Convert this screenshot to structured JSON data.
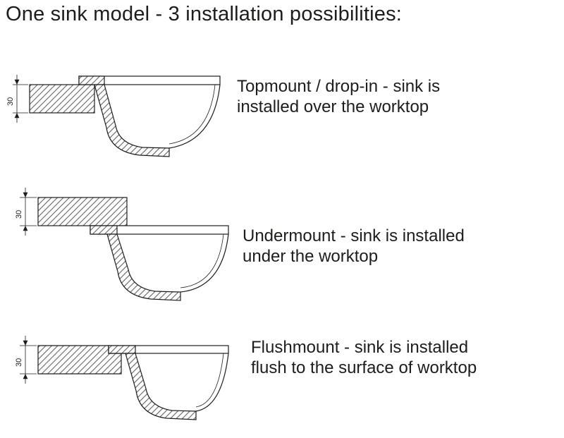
{
  "title": "One sink model - 3 installation possibilities:",
  "colors": {
    "ink": "#1d1d1b",
    "hatch_line": "#646464",
    "background": "#ffffff"
  },
  "diagrams": [
    {
      "id": "topmount",
      "dimension": "30",
      "caption_lines": [
        "Topmount / drop-in - sink is",
        "installed over the worktop"
      ]
    },
    {
      "id": "undermount",
      "dimension": "30",
      "caption_lines": [
        "Undermount - sink is installed",
        "under the worktop"
      ]
    },
    {
      "id": "flushmount",
      "dimension": "30",
      "caption_lines": [
        "Flushmount - sink is installed",
        "flush to the surface of worktop"
      ]
    }
  ]
}
